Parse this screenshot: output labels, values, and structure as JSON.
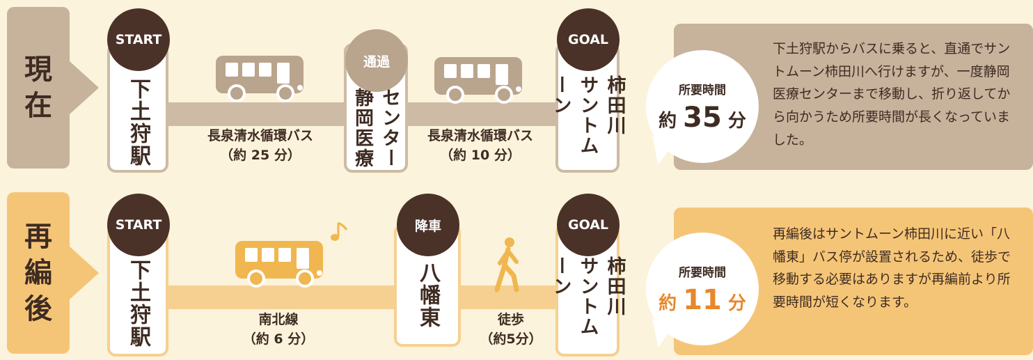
{
  "current": {
    "row_label": [
      "現",
      "在"
    ],
    "start_badge": "START",
    "start_station": "下土狩駅",
    "segment1_route": "長泉清水循環バス",
    "segment1_time": "（約 25 分）",
    "via_badge": "通過",
    "via_station_col1": "静岡医療",
    "via_station_col2": "センター",
    "segment2_route": "長泉清水循環バス",
    "segment2_time": "（約 10 分）",
    "goal_badge": "GOAL",
    "goal_station_col1": "サントムーン",
    "goal_station_col2": "柿田川",
    "bubble_label": "所要時間",
    "bubble_prefix": "約",
    "bubble_number": "35",
    "bubble_unit": "分",
    "description": "下土狩駅からバスに乗ると、直通でサントムーン柿田川へ行けますが、一度静岡医療センターまで移動し、折り返してから向かうため所要時間が長くなっていました。"
  },
  "after": {
    "row_label": [
      "再",
      "編",
      "後"
    ],
    "start_badge": "START",
    "start_station": "下土狩駅",
    "segment1_route": "南北線",
    "segment1_time": "（約 6 分）",
    "stop_badge": "降車",
    "stop_station": "八幡東",
    "segment2_route": "徒歩",
    "segment2_time": "（約5分）",
    "goal_badge": "GOAL",
    "goal_station_col1": "サントムーン",
    "goal_station_col2": "柿田川",
    "bubble_label": "所要時間",
    "bubble_prefix": "約",
    "bubble_number": "11",
    "bubble_unit": "分",
    "description": "再編後はサントムーン柿田川に近い「八幡東」バス停が設置されるため、徒歩で移動する必要はありますが再編前より所要時間が短くなります。"
  },
  "icons": [
    "bus-icon",
    "music-note-icon",
    "walking-person-icon"
  ],
  "colors": {
    "background": "#fbf3db",
    "current_panel": "#c7b29c",
    "current_track": "#cdbba5",
    "after_panel": "#f5c577",
    "after_track": "#f6d091",
    "dark_circle": "#4a3228",
    "via_circle": "#b9a48d",
    "text_dark": "#3e2b22",
    "accent_orange": "#e8872a"
  }
}
